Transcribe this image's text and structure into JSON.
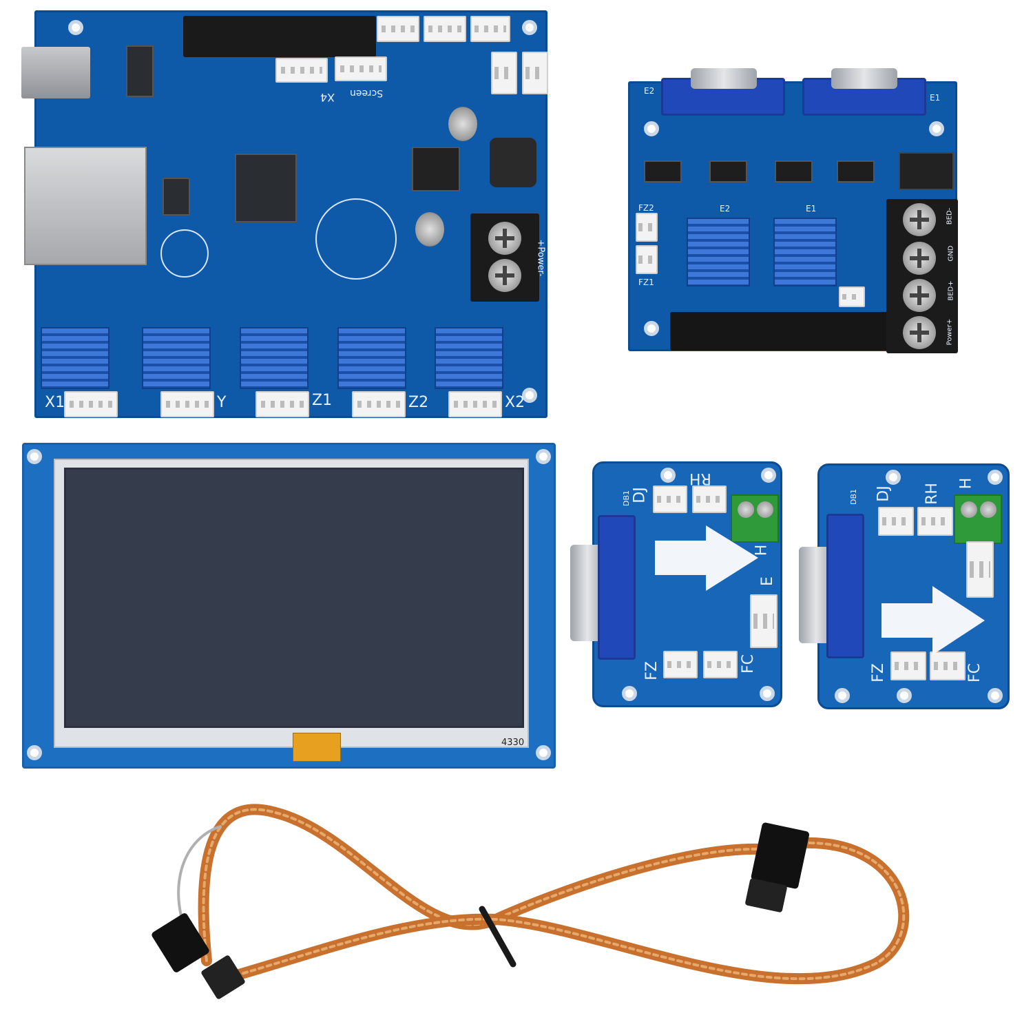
{
  "scene": "3D printer controller kit: mainboard, adapter board, touch screen, two extruder boards, ribbon cable",
  "colors": {
    "pcb": "#0f5aa8",
    "background": "#ffffff",
    "heatsink": "#3d78d8",
    "screen": "#353d4d"
  },
  "mainboard": {
    "connector_labels": [
      "X1",
      "Y",
      "Z1",
      "Z2",
      "X2"
    ],
    "misc_labels": {
      "x4": "X4",
      "screen": "Screen",
      "power": "+Power-"
    }
  },
  "adapter_board": {
    "labels": {
      "e1": "E1",
      "e2": "E2",
      "e1b": "E1",
      "e2b": "E2",
      "fz1": "FZ1",
      "fz2": "FZ2"
    },
    "terminal_labels": [
      "BED-",
      "GND",
      "BED+",
      "Power+"
    ]
  },
  "touchscreen": {
    "model": "4330"
  },
  "extruder_board_left": {
    "labels": [
      "DB1",
      "DJ",
      "RH",
      "H",
      "E",
      "FZ",
      "FC"
    ]
  },
  "extruder_board_right": {
    "labels": [
      "DB1",
      "DJ",
      "RH",
      "H",
      "FZ",
      "FC"
    ]
  }
}
